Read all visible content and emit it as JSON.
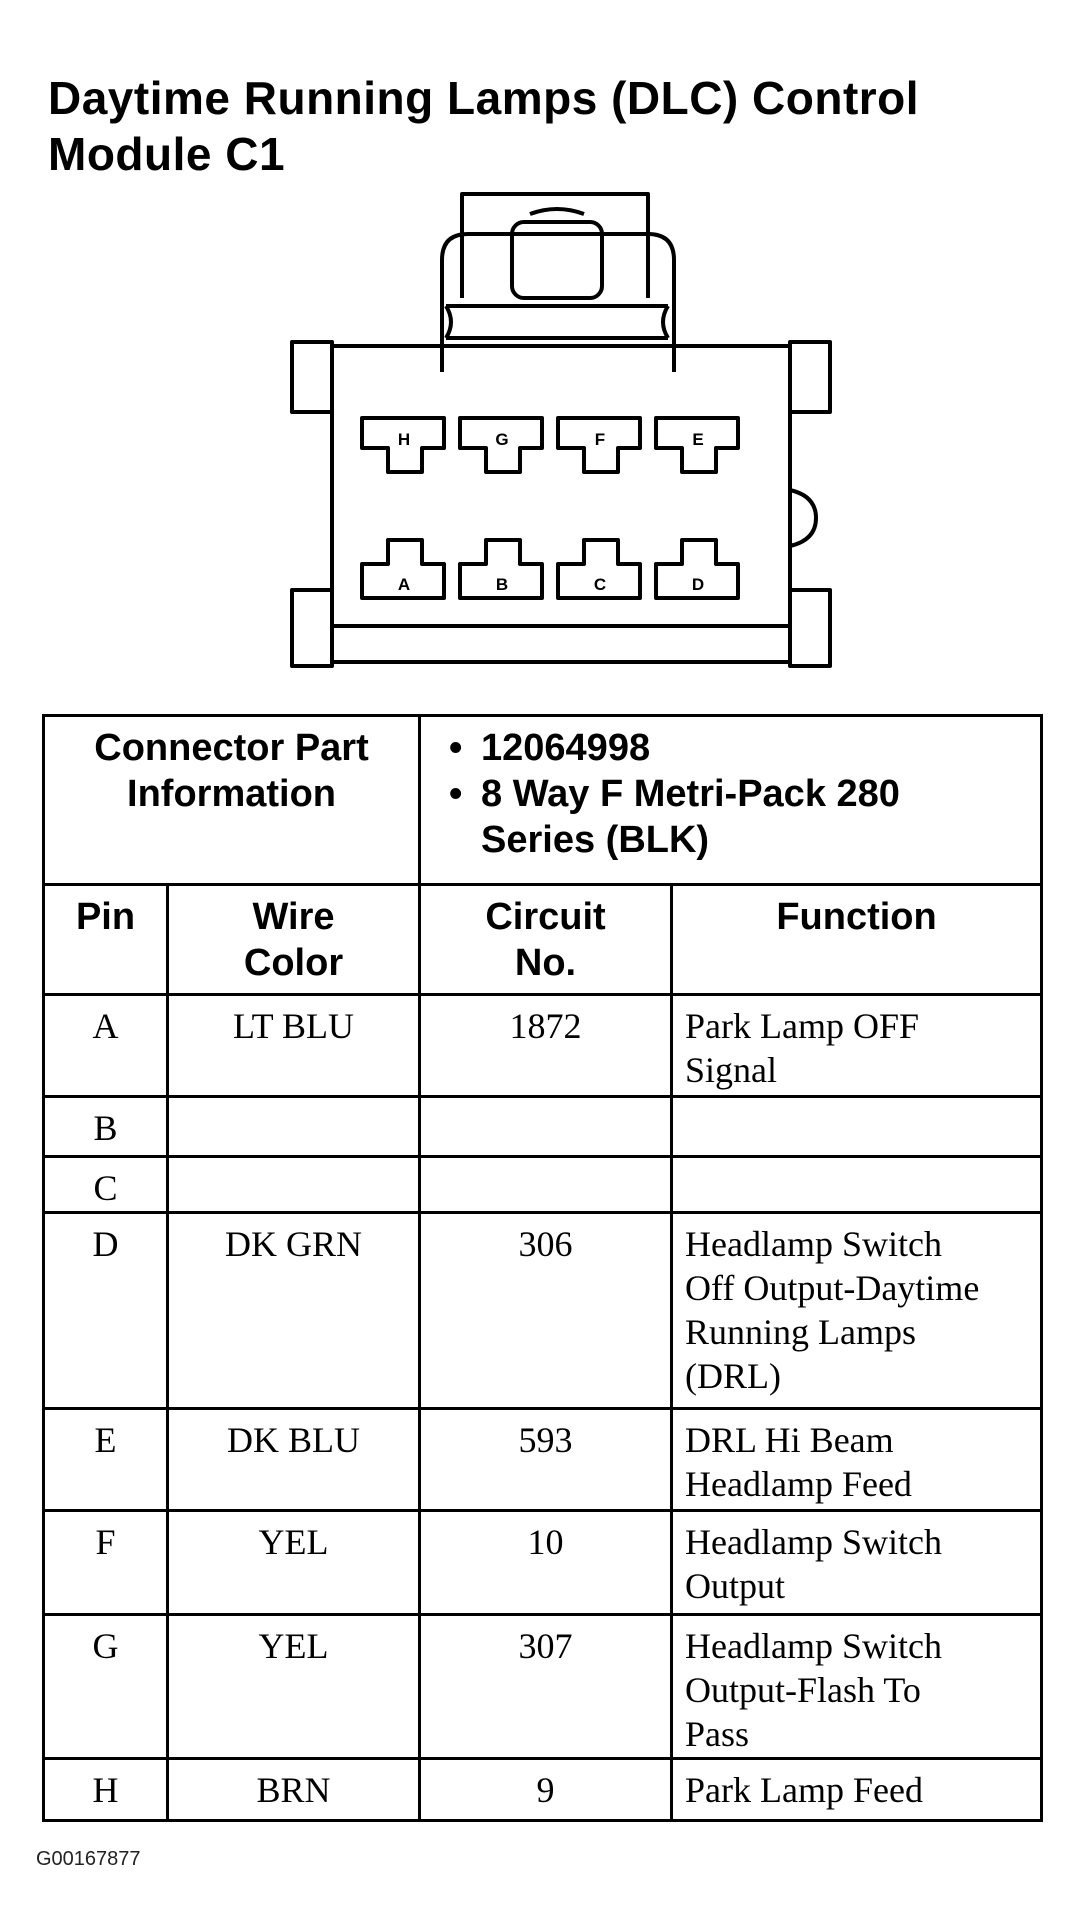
{
  "title_line1": "Daytime Running Lamps (DLC) Control",
  "title_line2": "Module C1",
  "connector": {
    "top_row_pins": [
      "H",
      "G",
      "F",
      "E"
    ],
    "bottom_row_pins": [
      "A",
      "B",
      "C",
      "D"
    ]
  },
  "info": {
    "label_line1": "Connector Part",
    "label_line2": "Information",
    "items": [
      "12064998",
      "8 Way F Metri-Pack 280",
      "Series (BLK)"
    ]
  },
  "columns": {
    "pin": "Pin",
    "wire_line1": "Wire",
    "wire_line2": "Color",
    "circuit_line1": "Circuit",
    "circuit_line2": "No.",
    "function": "Function"
  },
  "rows": [
    {
      "pin": "A",
      "color": "LT BLU",
      "circuit": "1872",
      "function": [
        "Park Lamp OFF",
        "Signal"
      ]
    },
    {
      "pin": "B",
      "color": "",
      "circuit": "",
      "function": []
    },
    {
      "pin": "C",
      "color": "",
      "circuit": "",
      "function": []
    },
    {
      "pin": "D",
      "color": "DK GRN",
      "circuit": "306",
      "function": [
        "Headlamp Switch",
        "Off Output-Daytime",
        "Running Lamps",
        "(DRL)"
      ]
    },
    {
      "pin": "E",
      "color": "DK BLU",
      "circuit": "593",
      "function": [
        "DRL Hi Beam",
        "Headlamp Feed"
      ]
    },
    {
      "pin": "F",
      "color": "YEL",
      "circuit": "10",
      "function": [
        "Headlamp Switch",
        "Output"
      ]
    },
    {
      "pin": "G",
      "color": "YEL",
      "circuit": "307",
      "function": [
        "Headlamp Switch",
        "Output-Flash To",
        "Pass"
      ]
    },
    {
      "pin": "H",
      "color": "BRN",
      "circuit": "9",
      "function": [
        "Park Lamp Feed"
      ]
    }
  ],
  "figure_id": "G00167877"
}
